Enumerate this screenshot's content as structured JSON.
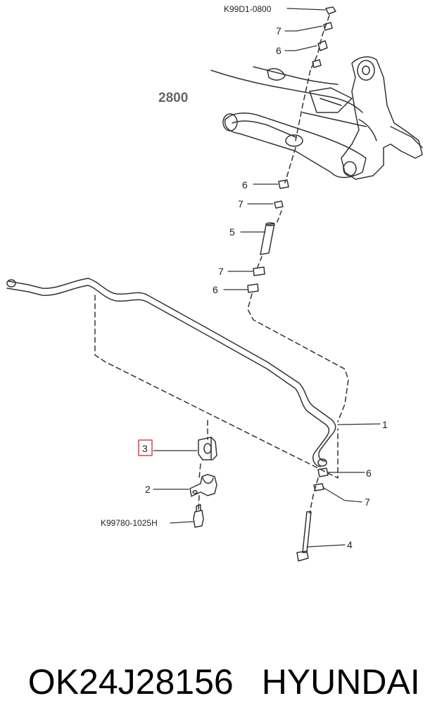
{
  "parts": {
    "top_code": "K99D1-0800",
    "ref_group": "2800",
    "bolt_code": "K99780-1025H",
    "callouts": {
      "p7_top": "7",
      "p6_top": "6",
      "p6_mid": "6",
      "p7_mid": "7",
      "p5": "5",
      "p7_low": "7",
      "p6_low": "6",
      "p1": "1",
      "p3": "3",
      "p2": "2",
      "p6_right": "6",
      "p7_right": "7",
      "p4": "4"
    }
  },
  "caption": {
    "part_number": "OK24J28156",
    "brand": "HYUNDAI"
  },
  "colors": {
    "line": "#333333",
    "highlight_box": "#e0404a"
  }
}
